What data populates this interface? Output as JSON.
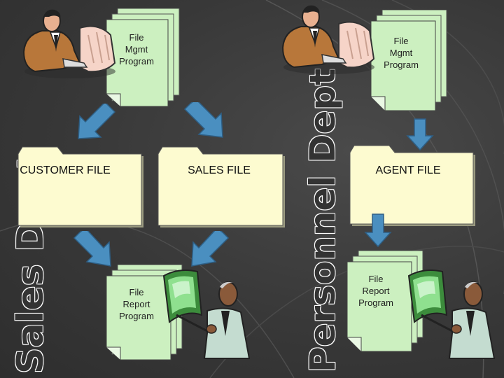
{
  "side_titles": {
    "sales": "Sales Dept",
    "personnel": "Personnel Dept"
  },
  "documents": {
    "sales_mgmt": "File\nMgmt\nProgram",
    "personnel_mgmt": "File\nMgmt\nProgram",
    "sales_report": "File\nReport\nProgram",
    "personnel_report": "File\nReport\nProgram"
  },
  "folders": {
    "customer": "CUSTOMER FILE",
    "sales": "SALES FILE",
    "agent": "AGENT FILE"
  },
  "colors": {
    "doc_fill": "#ccf0c0",
    "folder_fill": "#fdfbd0",
    "arrow_fill": "#4a8fc0",
    "background": "#3a3a3a"
  },
  "icons": [
    "person-at-computer-icon",
    "presenter-icon",
    "arrow-down-icon"
  ]
}
